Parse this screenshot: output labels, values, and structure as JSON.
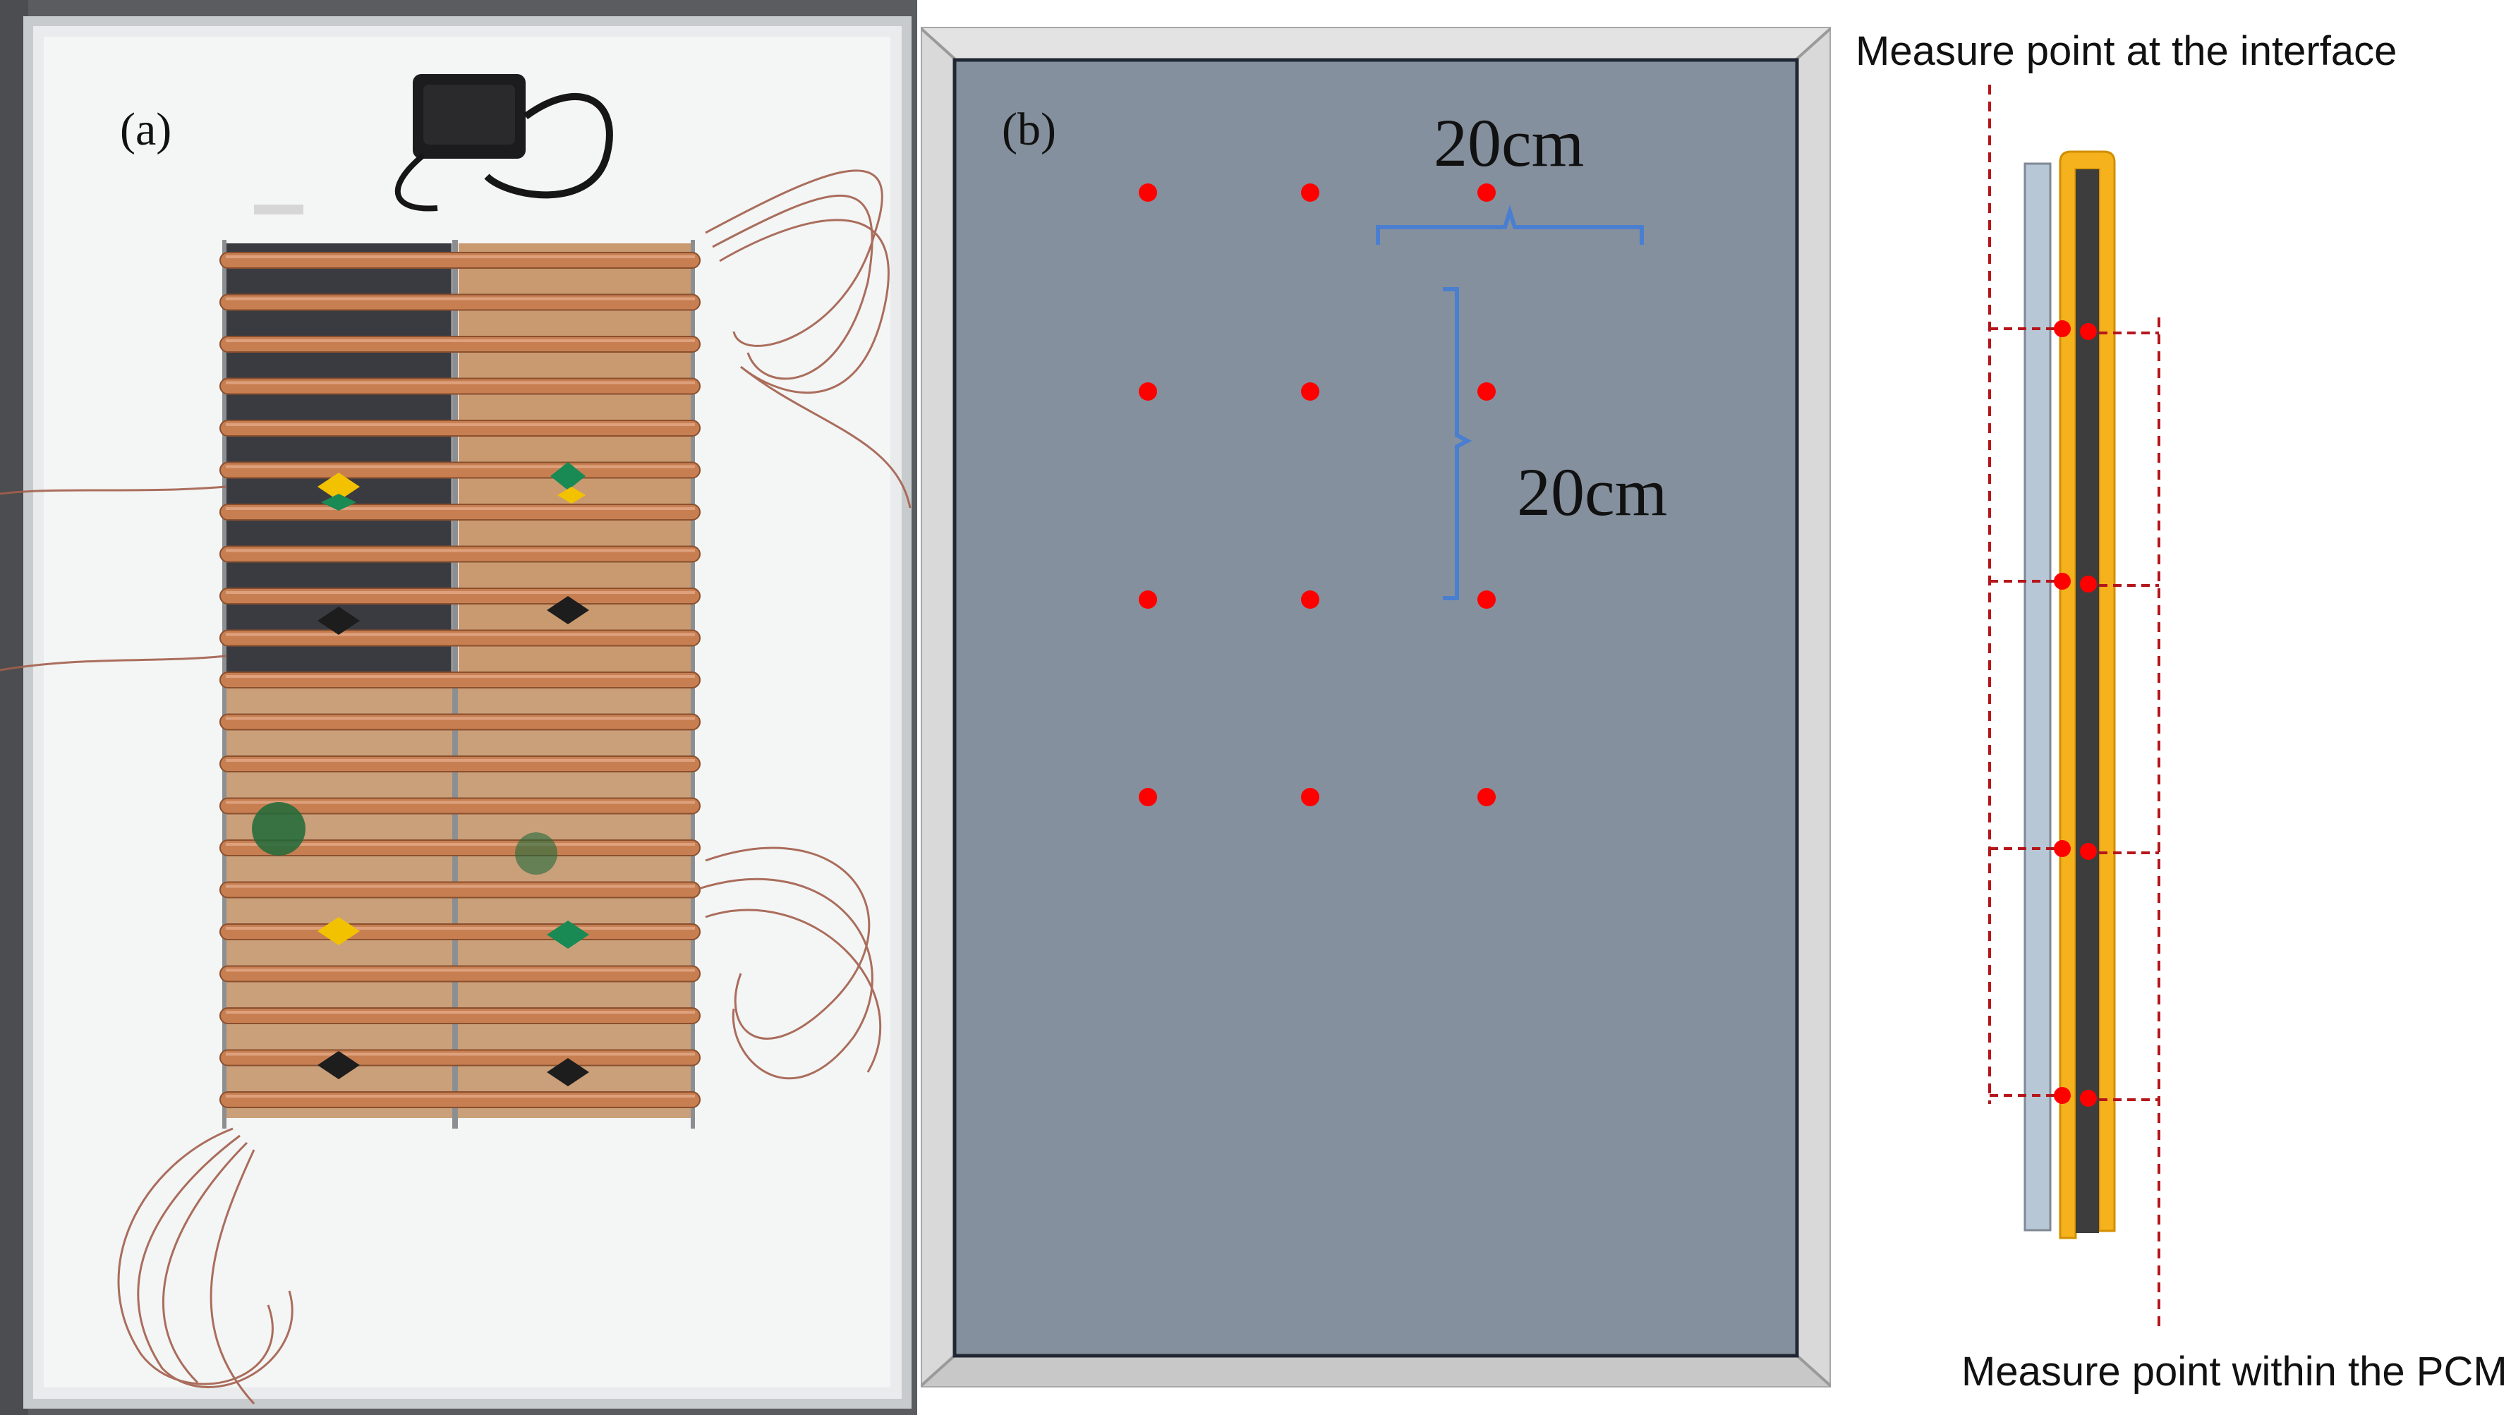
{
  "panels": {
    "a": {
      "label": "(a)"
    },
    "b": {
      "label": "(b)",
      "spacing_horizontal": "20cm",
      "spacing_vertical": "20cm"
    }
  },
  "section": {
    "top_label": "Measure point at the  interface",
    "bottom_label": "Measure point within the PCM"
  },
  "colors": {
    "module_backsheet": "#f2f3f3",
    "copper_tube": "#c77f52",
    "copper_foil": "#c9966b",
    "backsheet_dark": "#3c3d42",
    "wire": "#a0644f",
    "panel_fill": "#85909e",
    "panel_frame": "#d9d9d9",
    "measure_point": "#ff0000",
    "bracket": "#4a7fd0",
    "glass_layer": "#b8c7d6",
    "pv_layer": "#3d3d3d",
    "pcm_container": "#f5b21c",
    "dashed_line": "#b5161b"
  },
  "grid": {
    "rows": 4,
    "cols": 3
  }
}
